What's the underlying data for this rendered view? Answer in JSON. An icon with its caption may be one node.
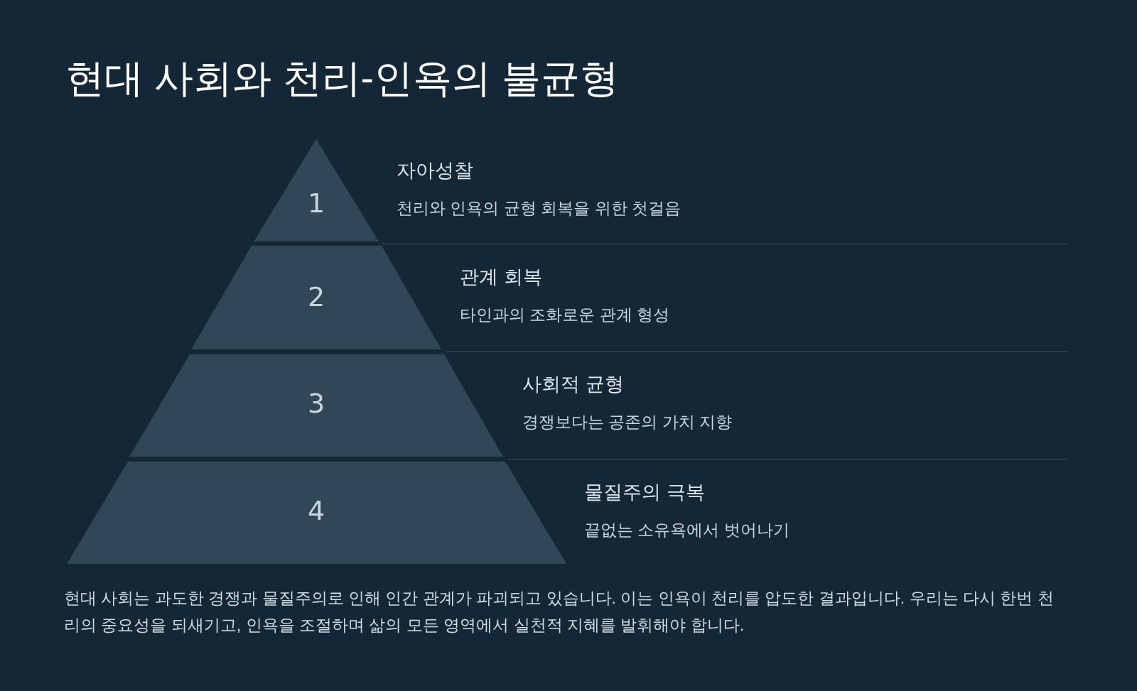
{
  "diagram": {
    "title": "현대 사회와 천리-인욕의 불균형",
    "nodes": [
      {
        "text": [
          "1"
        ],
        "beside": [
          "자아성찰",
          "천리와 인욕의 균형 회복을 위한 첫걸음"
        ]
      },
      {
        "text": [
          "2"
        ],
        "beside": [
          "관계 회복",
          "타인과의 조화로운 관계 형성"
        ]
      },
      {
        "text": [
          "3"
        ],
        "beside": [
          "사회적 균형",
          "경쟁보다는 공존의 가치 지향"
        ]
      },
      {
        "text": [
          "4"
        ],
        "beside": [
          "물질주의 극복",
          "끝없는 소유욕에서 벗어나기"
        ]
      }
    ],
    "caption": "현대 사회는 과도한 경쟁과 물질주의로 인해 인간 관계가 파괴되고 있습니다. 이는 인욕이 천리를 압도한 결과입니다. 우리는 다시 한번 천리의 중요성을 되새기고, 인욕을 조절하며 삶의 모든 영역에서 실천적 지혜를 발휘해야 합니다."
  }
}
